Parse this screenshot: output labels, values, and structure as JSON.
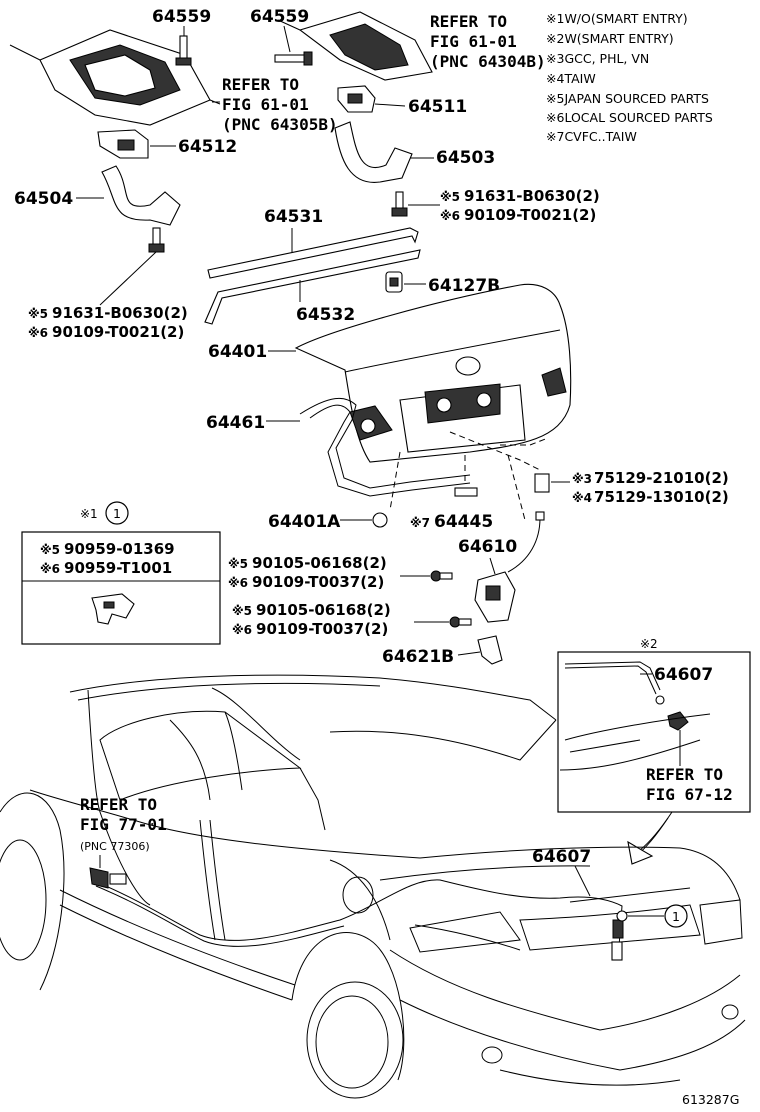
{
  "legend": [
    {
      "mark": "※1",
      "text": "W/O(SMART ENTRY)"
    },
    {
      "mark": "※2",
      "text": "W(SMART ENTRY)"
    },
    {
      "mark": "※3",
      "text": "GCC, PHL, VN"
    },
    {
      "mark": "※4",
      "text": "TAIW"
    },
    {
      "mark": "※5",
      "text": "JAPAN SOURCED PARTS"
    },
    {
      "mark": "※6",
      "text": "LOCAL SOURCED PARTS"
    },
    {
      "mark": "※7",
      "text": "CVFC..TAIW"
    }
  ],
  "refs": {
    "top_right": {
      "line1": "REFER TO",
      "line2": "FIG 61-01",
      "line3": "(PNC 64304B)"
    },
    "top_mid": {
      "line1": "REFER TO",
      "line2": "FIG 61-01",
      "line3": "(PNC 64305B)"
    },
    "inset": {
      "line1": "REFER TO",
      "line2": "FIG 67-12"
    },
    "left": {
      "line1": "REFER TO",
      "line2": "FIG 77-01",
      "line3": "(PNC 77306)"
    }
  },
  "parts": {
    "p64559_left": "64559",
    "p64559_right": "64559",
    "p64511": "64511",
    "p64512": "64512",
    "p64503": "64503",
    "p64504": "64504",
    "p64531": "64531",
    "p64532": "64532",
    "p64127b": "64127B",
    "p64401": "64401",
    "p64461": "64461",
    "p64401a": "64401A",
    "p64445": "64445",
    "p64610": "64610",
    "p64621b": "64621B",
    "p64607_inset": "64607",
    "p64607_main": "64607"
  },
  "marks": {
    "m5": "※5",
    "m6": "※6",
    "m3": "※3",
    "m4": "※4",
    "m7": "※7",
    "m1": "※1",
    "m2": "※2"
  },
  "callouts": {
    "right_bolt_a": "91631-B0630(2)",
    "right_bolt_b": "90109-T0021(2)",
    "left_bolt_a": "91631-B0630(2)",
    "left_bolt_b": "90109-T0021(2)",
    "plug_a": "75129-21010(2)",
    "plug_b": "75129-13010(2)",
    "lock_a": "90105-06168(2)",
    "lock_b": "90109-T0037(2)",
    "lock2_a": "90105-06168(2)",
    "lock2_b": "90109-T0037(2)"
  },
  "sub_box": {
    "circle": "1",
    "line1_mark": "※5",
    "line1": "90959-01369",
    "line2_mark": "※6",
    "line2": "90959-T1001"
  },
  "circle_ref": "1",
  "figure_id": "613287G"
}
